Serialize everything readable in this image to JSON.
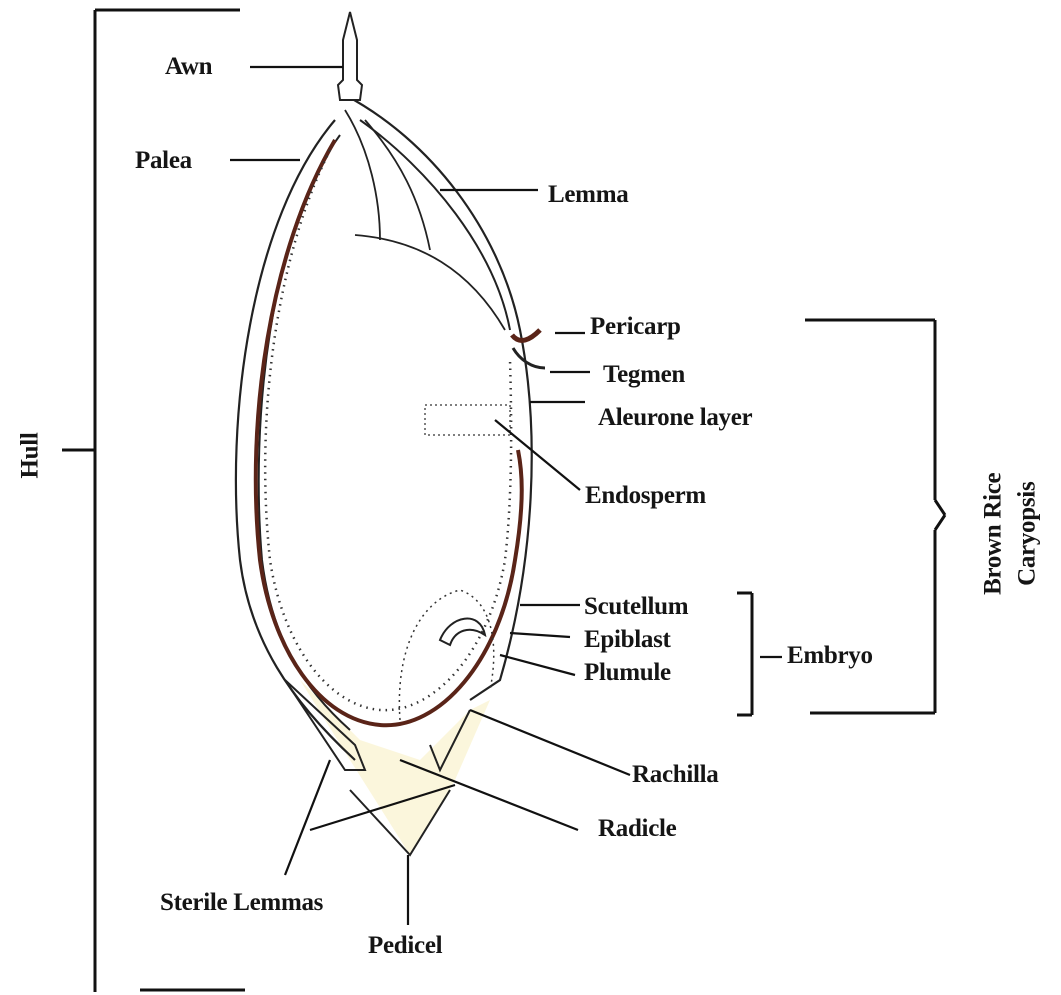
{
  "diagram": {
    "labels": {
      "awn": "Awn",
      "palea": "Palea",
      "lemma": "Lemma",
      "pericarp": "Pericarp",
      "tegmen": "Tegmen",
      "aleurone": "Aleurone layer",
      "endosperm": "Endosperm",
      "scutellum": "Scutellum",
      "epiblast": "Epiblast",
      "plumule": "Plumule",
      "embryo": "Embryo",
      "rachilla": "Rachilla",
      "radicle": "Radicle",
      "sterile_lemmas": "Sterile Lemmas",
      "pedicel": "Pedicel",
      "hull": "Hull",
      "brown_rice_line1": "Brown Rice",
      "brown_rice_line2": "Caryopsis"
    },
    "colors": {
      "line": "#111111",
      "seed_coat": "#5a2418",
      "hull_fill": "#fbf6dc",
      "dots": "#333333"
    }
  }
}
